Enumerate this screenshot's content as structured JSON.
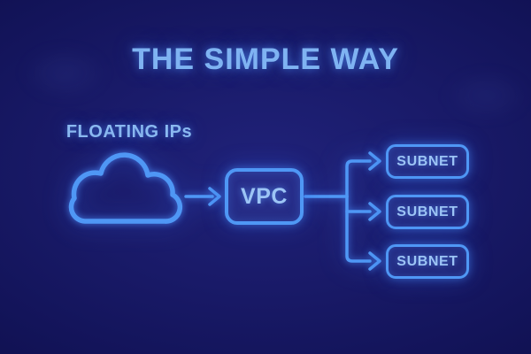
{
  "title": "THE SIMPLE WAY",
  "diagram": {
    "cloud_label": "FLOATING IPs",
    "vpc_label": "VPC",
    "subnets": [
      {
        "label": "SUBNET"
      },
      {
        "label": "SUBNET"
      },
      {
        "label": "SUBNET"
      }
    ],
    "icons": {
      "cloud": "cloud-icon",
      "arrows": "arrow-right-icon"
    }
  },
  "colors": {
    "background": "#15165e",
    "neon": "#4f97f5",
    "title_text": "#7fb3f2",
    "label_text": "#9cc4f5",
    "cloud_label_text": "#8ab8f0"
  }
}
